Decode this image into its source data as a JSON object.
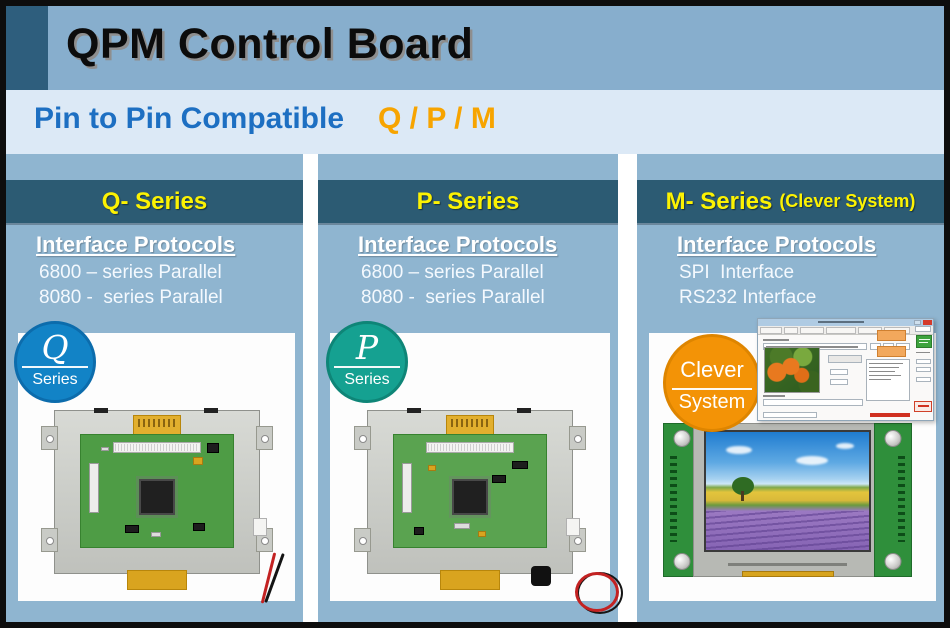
{
  "header": {
    "title": "QPM Control Board"
  },
  "subtitle": {
    "text": "Pin to Pin Compatible",
    "highlight": "Q / P / M"
  },
  "columns": [
    {
      "header": "Q- Series",
      "header_suffix": "",
      "protocols_title": "Interface Protocols",
      "protocols": [
        "6800 – series Parallel",
        "8080 -  series Parallel"
      ],
      "badge": {
        "line1": "Q",
        "line2": "Series"
      }
    },
    {
      "header": "P- Series",
      "header_suffix": "",
      "protocols_title": "Interface Protocols",
      "protocols": [
        "6800 – series Parallel",
        "8080 -  series Parallel"
      ],
      "badge": {
        "line1": "P",
        "line2": "Series"
      }
    },
    {
      "header": "M- Series",
      "header_suffix": "(Clever System)",
      "protocols_title": "Interface Protocols",
      "protocols": [
        "SPI  Interface",
        "RS232 Interface"
      ],
      "badge": {
        "line1": "Clever",
        "line2": "System"
      }
    }
  ],
  "colors": {
    "header_band": "#87AECD",
    "header_accent": "#2E5E7D",
    "subtitle_blue": "#1D6FC2",
    "subtitle_orange": "#F7A400",
    "column_bg": "#8FB5D0",
    "column_header_bg": "#2C5B73",
    "column_header_text": "#FCF203",
    "badge_q": "#1283C6",
    "badge_p": "#15A191",
    "badge_clever": "#F39306"
  }
}
